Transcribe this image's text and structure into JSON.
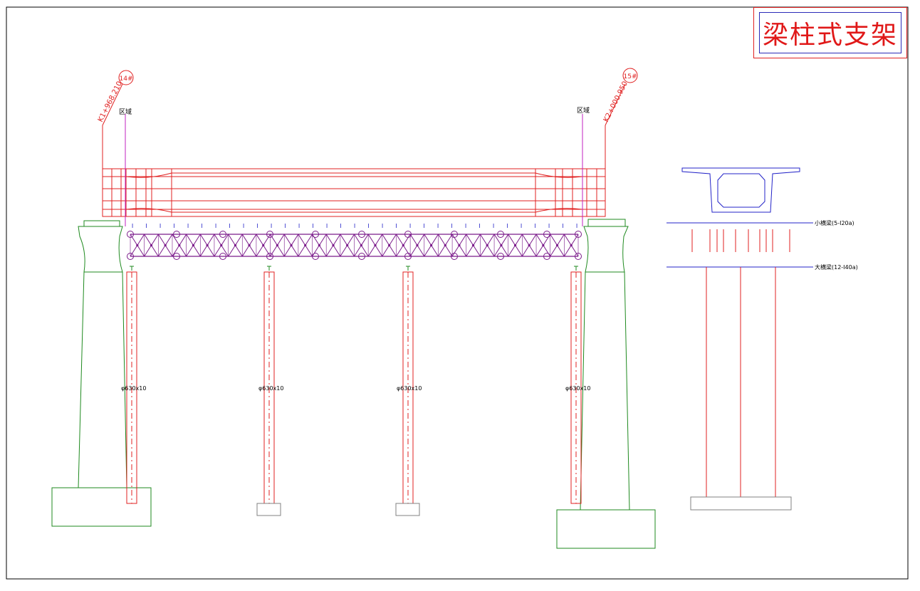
{
  "title": "梁柱式支架",
  "piers": [
    {
      "mark": "14#",
      "station": "K1+968.210",
      "zone_label": "区域"
    },
    {
      "mark": "15#",
      "station": "K2+000.950",
      "zone_label": "区域"
    }
  ],
  "pipe_columns": [
    {
      "label": "φ630x10"
    },
    {
      "label": "φ630x10"
    },
    {
      "label": "φ630x10"
    },
    {
      "label": "φ630x10"
    }
  ],
  "side_view": {
    "small_beam_label": "小横梁(5-I20a)",
    "large_beam_label": "大横梁(12-I40a)"
  },
  "i_beam_mark": "I",
  "colors": {
    "red": "#e02020",
    "green": "#1f8a1f",
    "blue": "#2323c8",
    "magenta": "#c020c0",
    "purple": "#7a1a8a",
    "gray": "#808080",
    "black": "#000000"
  }
}
